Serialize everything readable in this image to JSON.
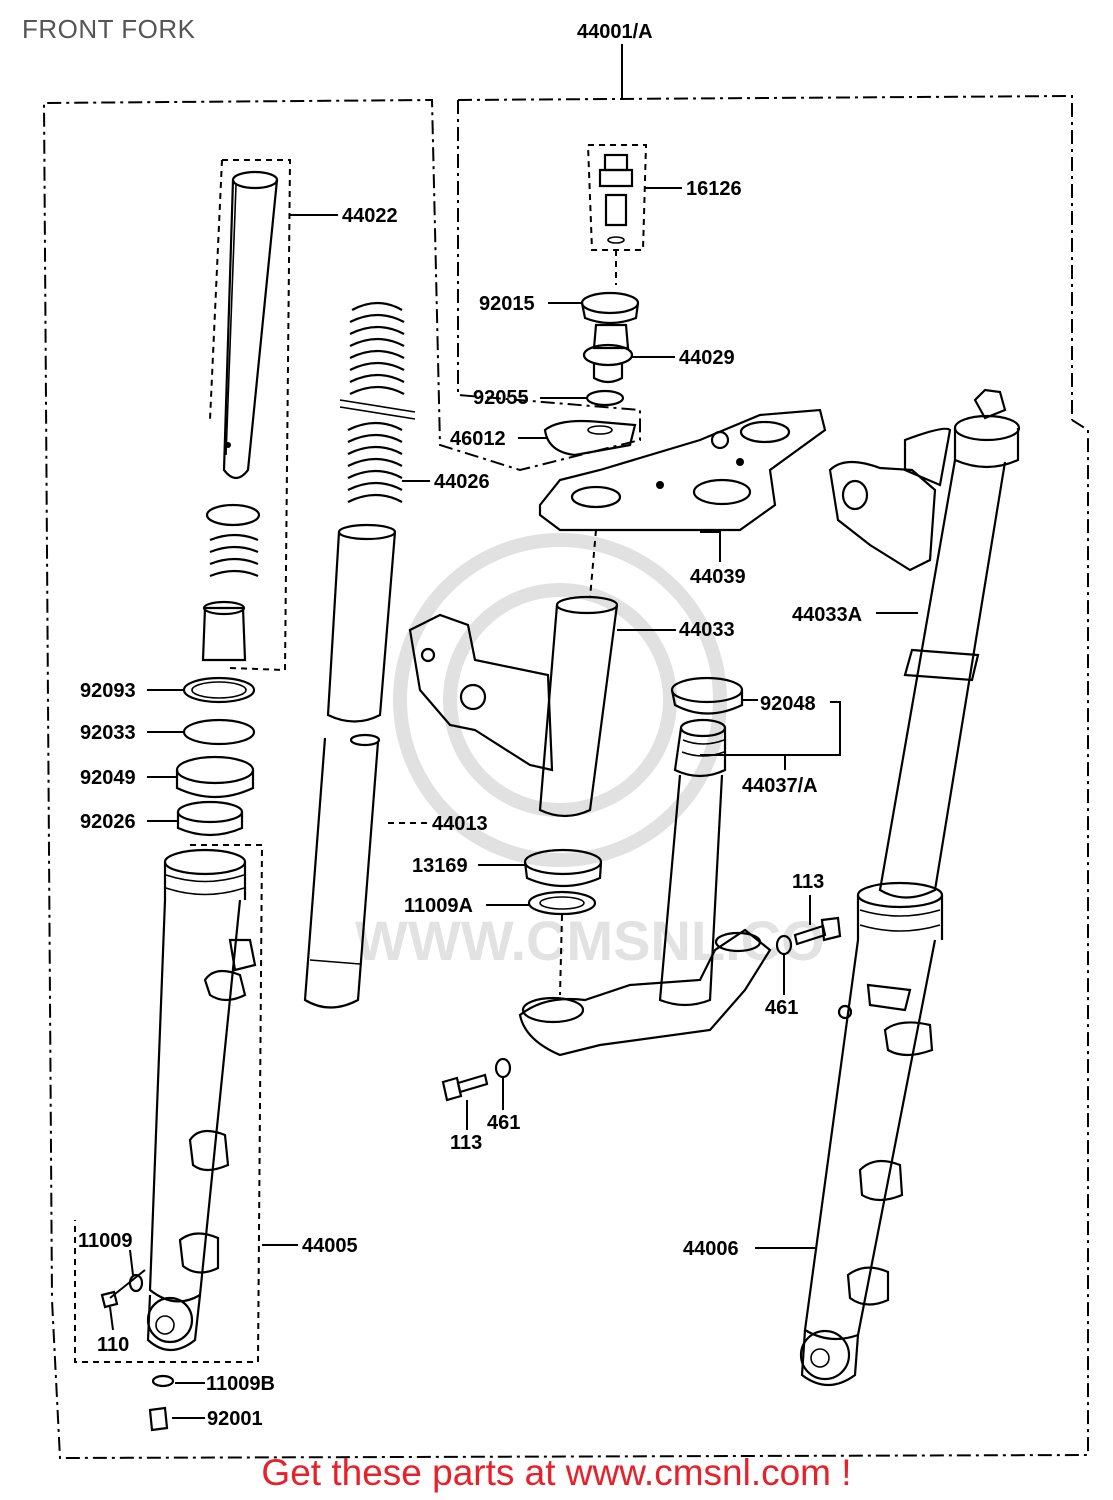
{
  "page": {
    "title": "FRONT FORK",
    "footer": "Get these parts at www.cmsnl.com !",
    "watermark": "WWW.CMSNL.CO",
    "footer_color": "#e8202a"
  },
  "labels": {
    "p44001A": "44001/A",
    "p16126": "16126",
    "p44022": "44022",
    "p92015": "92015",
    "p44029": "44029",
    "p92055": "92055",
    "p46012": "46012",
    "p44026": "44026",
    "p44039": "44039",
    "p44033": "44033",
    "p44033A": "44033A",
    "p92048": "92048",
    "p44037A": "44037/A",
    "p92093": "92093",
    "p92033": "92033",
    "p92049": "92049",
    "p92026": "92026",
    "p44013": "44013",
    "p13169": "13169",
    "p11009A": "11009A",
    "p113a": "113",
    "p461a": "461",
    "p461b": "461",
    "p113b": "113",
    "p11009": "11009",
    "p44005": "44005",
    "p44006": "44006",
    "p110": "110",
    "p11009B": "11009B",
    "p92001": "92001"
  }
}
